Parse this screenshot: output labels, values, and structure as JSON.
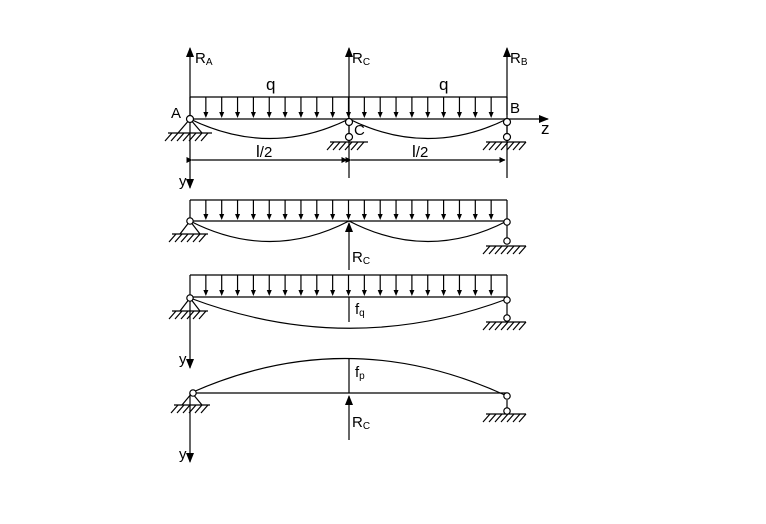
{
  "colors": {
    "ink": "#000000",
    "background": "#ffffff"
  },
  "diagram1": {
    "reaction_a": {
      "main": "R",
      "sub": "A"
    },
    "reaction_c": {
      "main": "R",
      "sub": "C"
    },
    "reaction_b": {
      "main": "R",
      "sub": "B"
    },
    "load_left": "q",
    "load_right": "q",
    "point_a": "A",
    "point_b": "B",
    "point_c": "C",
    "axis_z": "z",
    "axis_y": "y",
    "span_left": {
      "main": "l",
      "sub": "/2"
    },
    "span_right": {
      "main": "l",
      "sub": "/2"
    }
  },
  "diagram2": {
    "reaction_c": {
      "main": "R",
      "sub": "C"
    }
  },
  "diagram3": {
    "deflection": {
      "main": "f",
      "sub": "q"
    },
    "axis_y": "y"
  },
  "diagram4": {
    "deflection": {
      "main": "f",
      "sub": "p"
    },
    "reaction_c": {
      "main": "R",
      "sub": "C"
    },
    "axis_y": "y"
  }
}
